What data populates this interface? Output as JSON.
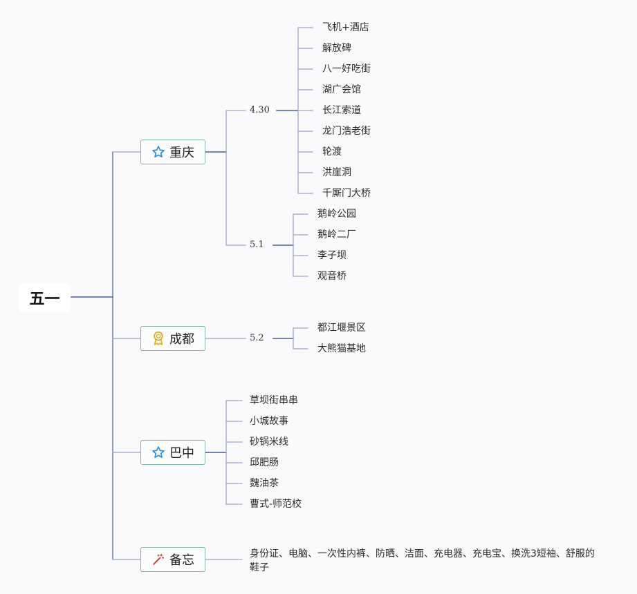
{
  "root": "五一",
  "branches": {
    "chongqing": {
      "label": "重庆",
      "icon": "star-icon"
    },
    "chengdu": {
      "label": "成都",
      "icon": "medal-icon"
    },
    "bazhong": {
      "label": "巴中",
      "icon": "star-icon"
    },
    "memo": {
      "label": "备忘",
      "icon": "magic-wand-icon"
    }
  },
  "chongqing": {
    "d430": {
      "label": "4.30",
      "items": [
        "飞机+酒店",
        "解放碑",
        "八一好吃街",
        "湖广会馆",
        "长江索道",
        "龙门浩老街",
        "轮渡",
        "洪崖洞",
        "千厮门大桥"
      ]
    },
    "d51": {
      "label": "5.1",
      "items": [
        "鹅岭公园",
        "鹅岭二厂",
        "李子坝",
        "观音桥"
      ]
    }
  },
  "chengdu": {
    "d52": {
      "label": "5.2",
      "items": [
        "都江堰景区",
        "大熊猫基地"
      ]
    }
  },
  "bazhong": {
    "items": [
      "草坝街串串",
      "小城故事",
      "砂锅米线",
      "邱肥肠",
      "魏油茶",
      "曹式-师范校"
    ]
  },
  "memo": {
    "text": "身份证、电脑、一次性内裤、防晒、洁面、充电器、充电宝、换洗3短袖、舒服的鞋子"
  },
  "colors": {
    "trunk": "#4a5d8f",
    "branch_border": "#7fb8a8",
    "leaf_line": "#9aa3c4",
    "star": "#2a8fd6",
    "medal": "#e0b020",
    "wand": "#e03a3a"
  }
}
